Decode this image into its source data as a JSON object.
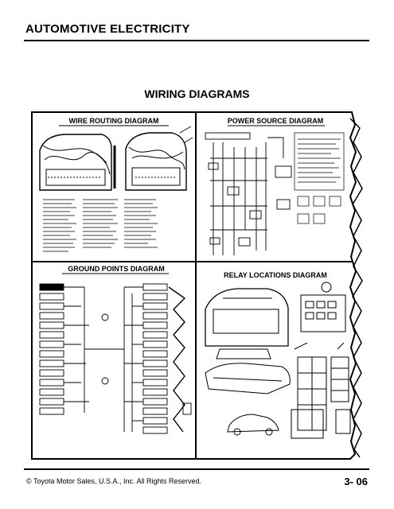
{
  "header": {
    "title": "AUTOMOTIVE ELECTRICITY"
  },
  "section": {
    "title": "WIRING DIAGRAMS"
  },
  "panels": {
    "wire_routing": "WIRE ROUTING DIAGRAM",
    "power_source": "POWER SOURCE DIAGRAM",
    "ground_points": "GROUND POINTS DIAGRAM",
    "relay_locations": "RELAY LOCATIONS DIAGRAM"
  },
  "footer": {
    "copyright": "© Toyota Motor Sales, U.S.A., Inc. All Rights Reserved.",
    "page_number": "3- 06"
  }
}
